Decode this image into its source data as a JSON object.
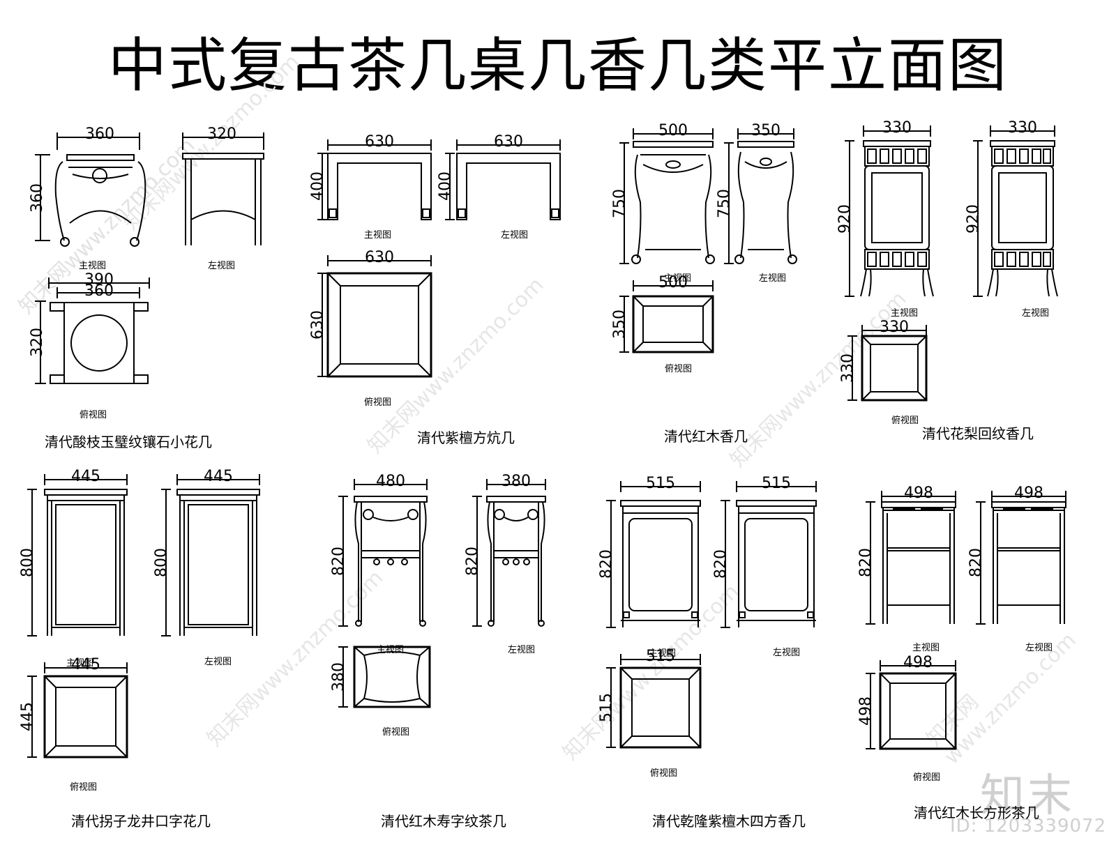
{
  "title": "中式复古茶几桌几香几类平立面图",
  "view_labels": {
    "front": "主视图",
    "side": "左视图",
    "top": "俯视图"
  },
  "items": [
    {
      "name": "清代酸枝玉璧纹镶石小花几",
      "dims": {
        "front_w": "360",
        "front_h": "360",
        "side_w": "320",
        "top_outer_w": "390",
        "top_inner_w": "360",
        "top_d": "320"
      }
    },
    {
      "name": "清代紫檀方炕几",
      "dims": {
        "front_w": "630",
        "front_h": "400",
        "side_w": "630",
        "side_h": "400",
        "top_w": "630",
        "top_d": "630"
      }
    },
    {
      "name": "清代红木香几",
      "dims": {
        "front_w": "500",
        "front_h": "750",
        "side_w": "350",
        "side_h": "750",
        "top_w": "500",
        "top_d": "350"
      }
    },
    {
      "name": "清代花梨回纹香几",
      "dims": {
        "front_w": "330",
        "front_h": "920",
        "side_w": "330",
        "side_h": "920",
        "top_w": "330",
        "top_d": "330"
      }
    },
    {
      "name": "清代拐子龙井口字花几",
      "dims": {
        "front_w": "445",
        "front_h": "800",
        "side_w": "445",
        "side_h": "800",
        "top_w": "445",
        "top_d": "445"
      }
    },
    {
      "name": "清代红木寿字纹茶几",
      "dims": {
        "front_w": "480",
        "front_h": "820",
        "side_w": "380",
        "side_h": "820",
        "top_d": "380"
      }
    },
    {
      "name": "清代乾隆紫檀木四方香几",
      "dims": {
        "front_w": "515",
        "front_h": "820",
        "side_w": "515",
        "side_h": "820",
        "top_w": "515",
        "top_d": "515"
      }
    },
    {
      "name": "清代红木长方形茶几",
      "dims": {
        "front_w": "498",
        "front_h": "820",
        "side_w": "498",
        "side_h": "820",
        "top_w": "498",
        "top_d": "498"
      }
    }
  ],
  "watermark": {
    "text": "知末网www.znzmo.com",
    "logo": "知末",
    "id": "ID: 1203339072",
    "color": "#cfcfcf"
  }
}
